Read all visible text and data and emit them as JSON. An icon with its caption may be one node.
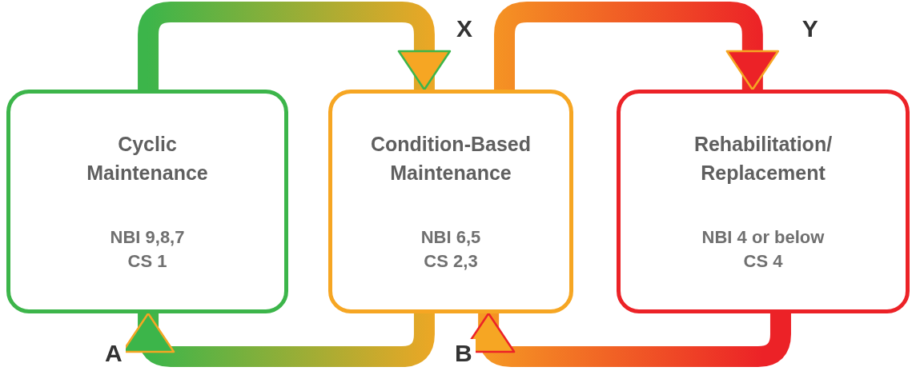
{
  "diagram": {
    "nodes": [
      {
        "text": [
          "Cyclic Maintenance",
          "NBI 9,8,7",
          "CS 1"
        ]
      },
      {
        "text": [
          "Condition-Based Maintenance",
          "NBI 6,5",
          "CS 2,3"
        ]
      },
      {
        "text": [
          "Rehabilitation/ Replacement",
          "NBI 4 or below",
          "CS 4"
        ]
      }
    ],
    "edges": [
      {
        "from": 0,
        "to": 1,
        "arrow": "to",
        "label": "X"
      },
      {
        "from": 1,
        "to": 2,
        "arrow": "to",
        "label": "Y"
      },
      {
        "from": 1,
        "to": 0,
        "arrow": "to",
        "label": "A"
      },
      {
        "from": 2,
        "to": 1,
        "arrow": "to",
        "label": "B"
      }
    ]
  }
}
